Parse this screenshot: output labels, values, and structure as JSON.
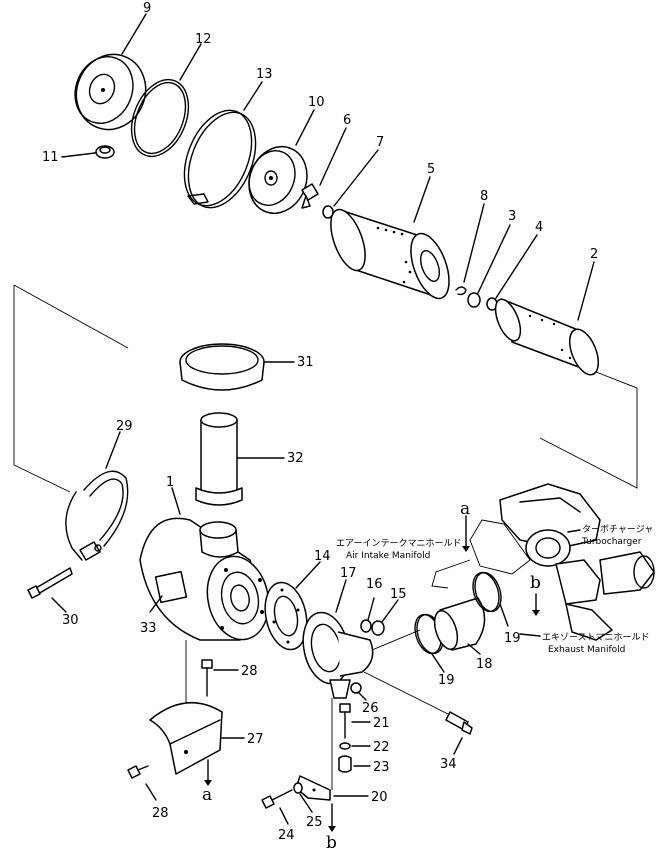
{
  "diagram": {
    "callouts": [
      "1",
      "2",
      "3",
      "4",
      "5",
      "6",
      "7",
      "8",
      "9",
      "10",
      "11",
      "12",
      "13",
      "14",
      "15",
      "16",
      "17",
      "18",
      "19",
      "20",
      "21",
      "22",
      "23",
      "24",
      "25",
      "26",
      "27",
      "28",
      "29",
      "30",
      "31",
      "32",
      "33",
      "34"
    ],
    "letters": {
      "a": "a",
      "b": "b"
    },
    "labels": {
      "air_intake_jp": "エアーインテークマニホールド",
      "air_intake_en": "Air Intake Manifold",
      "turbo_jp": "ターボチャージャ",
      "turbo_en": "Turbocharger",
      "exhaust_jp": "エキゾーストマニホールド",
      "exhaust_en": "Exhaust Manifold"
    }
  }
}
